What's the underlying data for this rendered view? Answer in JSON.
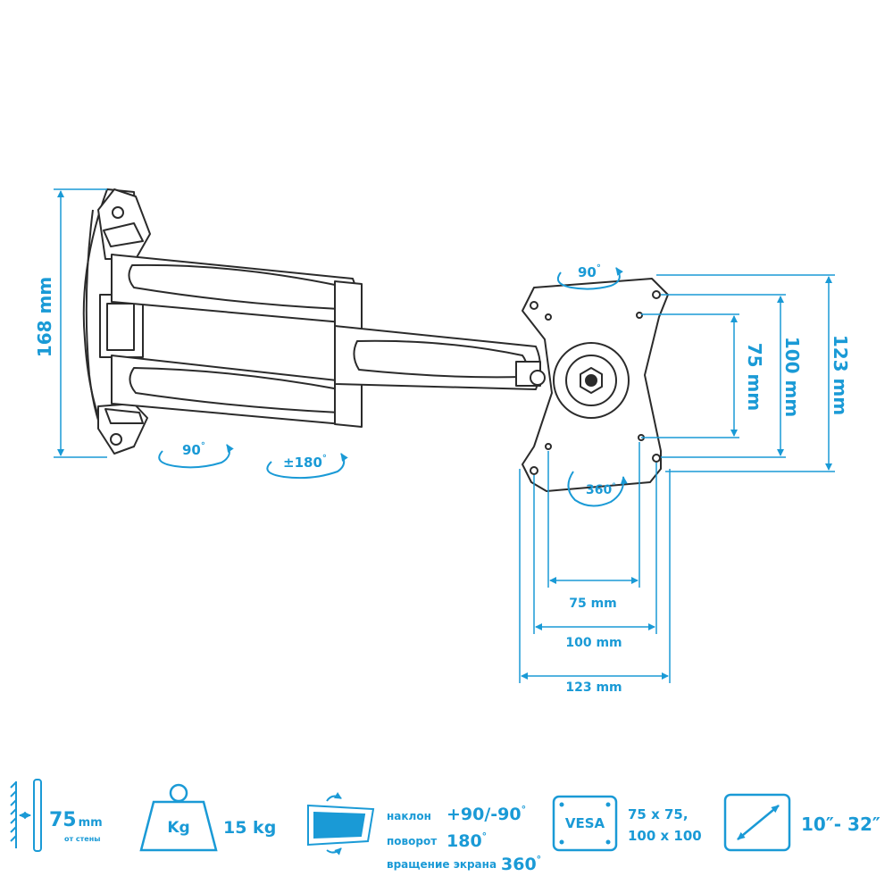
{
  "colors": {
    "accent": "#1a9ad6",
    "outline": "#2b2b2b",
    "fill": "#ffffff"
  },
  "dimensions": {
    "height_168": "168 mm",
    "v75": "75 mm",
    "v100": "100 mm",
    "v123": "123 mm",
    "h75": "75 mm",
    "h100": "100 mm",
    "h123": "123 mm"
  },
  "rotations": {
    "tilt_90_top": "90",
    "swivel_90_bottom": "90",
    "swivel_180": "±180",
    "rotate_360": "360",
    "degree": "°"
  },
  "specs": {
    "wall_distance_value": "75",
    "wall_distance_unit": "mm",
    "wall_distance_note": "от стены",
    "weight_icon_label": "Kg",
    "weight_value": "15 kg",
    "tilt_label": "наклон",
    "tilt_value": "+90/-90",
    "swivel_label": "поворот",
    "swivel_value": "180",
    "rotate_label": "вращение экрана",
    "rotate_value": "360",
    "degree": "°",
    "vesa_icon_label": "VESA",
    "vesa_line1": "75 x 75,",
    "vesa_line2": "100 x 100",
    "screen_size": "10″- 32″"
  }
}
